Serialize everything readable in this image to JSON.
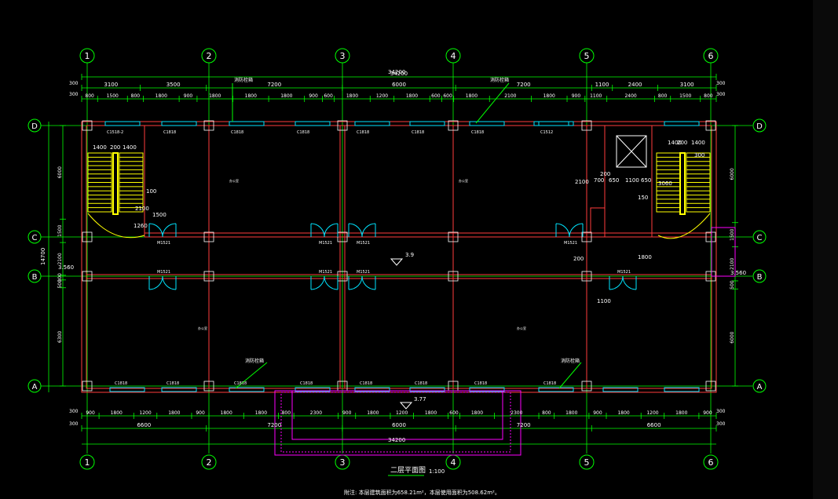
{
  "drawing": {
    "title": "二层平面图",
    "scale": "1:100",
    "note": "附注: 本层建筑面积为658.21m²，本层使用面积为508.62m²。",
    "colors": {
      "background": "#000000",
      "axis": "#00ff00",
      "wall": "#ff3b3b",
      "window": "#00e5ff",
      "stair": "#ffff00",
      "text": "#ffffff",
      "canopy": "#ff00ff"
    }
  },
  "axes": {
    "columns": [
      "1",
      "2",
      "3",
      "4",
      "5",
      "6"
    ],
    "rows": [
      "D",
      "C",
      "B",
      "A"
    ]
  },
  "dimensions": {
    "overall": "34200",
    "top_tier1": [
      "3100",
      "3500",
      "7200",
      "6000",
      "7200",
      "1100",
      "2400",
      "3100"
    ],
    "top_tier2": [
      "800",
      "1500",
      "800",
      "1800",
      "900",
      "1800",
      "1800",
      "1800",
      "900",
      "600",
      "1800",
      "1200",
      "1800",
      "600",
      "600",
      "1800",
      "2100",
      "1800",
      "900",
      "1100",
      "2400",
      "800",
      "1500",
      "800"
    ],
    "bottom_tier1": [
      "900",
      "1800",
      "1200",
      "1800",
      "900",
      "1800",
      "1800",
      "800",
      "2300",
      "900",
      "1800",
      "1200",
      "1800",
      "600",
      "1800",
      "2300",
      "800",
      "1800",
      "900",
      "1800",
      "1200",
      "1800",
      "900"
    ],
    "bottom_tier2": [
      "6600",
      "7200",
      "6000",
      "7200",
      "6600"
    ],
    "bottom_overall": "34200",
    "side_small": [
      "300",
      "300"
    ],
    "left_vertical": [
      "6000",
      "1500",
      "2100",
      "300",
      "500",
      "6300"
    ],
    "right_vertical": [
      "6000",
      "1500",
      "2100",
      "500",
      "6000"
    ],
    "left_overall": "14700",
    "left_label": "3.560",
    "right_label": "3.560"
  },
  "labels": {
    "windows_top": [
      "C1518-2",
      "C1818",
      "C1818",
      "C1818",
      "C1818",
      "C1818",
      "C1818",
      "C1512"
    ],
    "windows_bottom": [
      "C1818",
      "C1818",
      "C1818",
      "C1818",
      "C1818",
      "C1818",
      "C1818",
      "C1818"
    ],
    "doors": [
      "M1521",
      "M1521",
      "M1521",
      "M1521",
      "M1521",
      "M1521",
      "M1521",
      "M1521"
    ],
    "leader_top_1": "消防栓箱",
    "leader_top_2": "消防栓箱",
    "leader_bottom_1": "消防栓箱",
    "leader_bottom_2": "消防栓箱",
    "room_top_left": "办公室",
    "room_top_right": "办公室",
    "room_bottom_left": "办公室",
    "room_bottom_right": "办公室",
    "corridor_level": "3.9",
    "canopy_level": "3.77",
    "stair_left_dims": [
      "1400",
      "200",
      "1400"
    ],
    "stair_right_dims": [
      "1400",
      "200",
      "1400"
    ],
    "elevator_dims": [
      "700",
      "650",
      "1100",
      "650"
    ],
    "misc": [
      "2100",
      "1500",
      "100",
      "1260",
      "200",
      "3060",
      "2100",
      "300",
      "150",
      "200",
      "1800",
      "1100"
    ]
  }
}
